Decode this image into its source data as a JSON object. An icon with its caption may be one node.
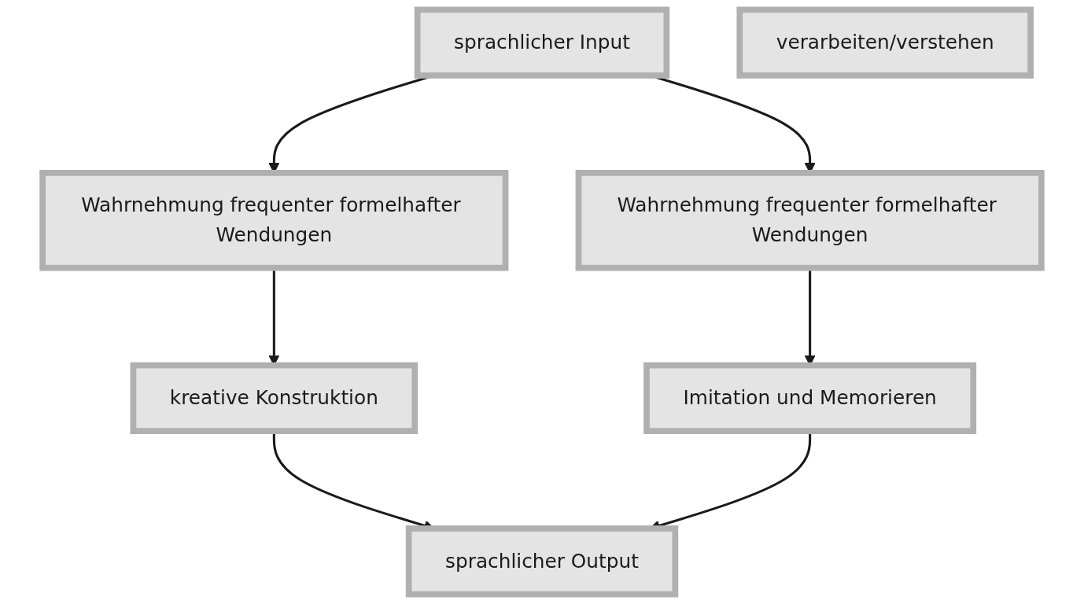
{
  "diagram": {
    "nodes": [
      {
        "text": [
          "sprachlicher Input"
        ]
      },
      {
        "text": [
          "verarbeiten/verstehen"
        ]
      },
      {
        "text": [
          "Wahrnehmung frequenter formelhafter Wendungen"
        ]
      },
      {
        "text": [
          "Wahrnehmung frequenter formelhafter Wendungen"
        ]
      },
      {
        "text": [
          "kreative Konstruktion"
        ]
      },
      {
        "text": [
          "Imitation und Memorieren"
        ]
      },
      {
        "text": [
          "sprachlicher Output"
        ]
      }
    ],
    "edges": [
      {
        "from": 0,
        "to": 2,
        "arrow": "to"
      },
      {
        "from": 0,
        "to": 3,
        "arrow": "to"
      },
      {
        "from": 2,
        "to": 4,
        "arrow": "to"
      },
      {
        "from": 3,
        "to": 5,
        "arrow": "to"
      },
      {
        "from": 4,
        "to": 6,
        "arrow": "to"
      },
      {
        "from": 5,
        "to": 6,
        "arrow": "to"
      }
    ]
  }
}
